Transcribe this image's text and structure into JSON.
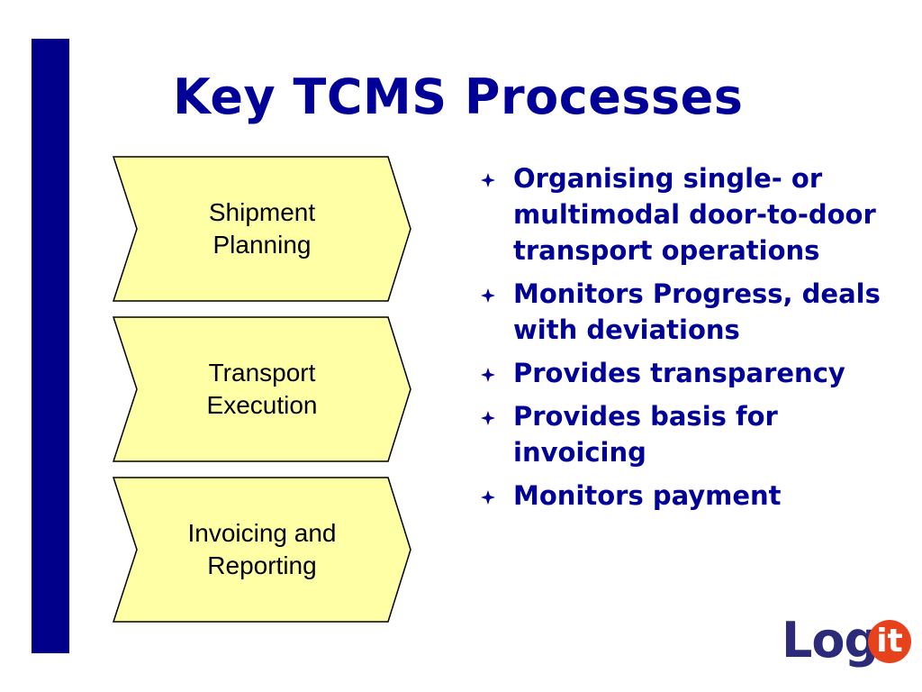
{
  "slide": {
    "title": "Key TCMS Processes",
    "accent_color": "#00008b",
    "text_color": "#000099",
    "chevron_fill": "#ffffa6"
  },
  "process_steps": [
    {
      "label": "Shipment\nPlanning"
    },
    {
      "label": "Transport\nExecution"
    },
    {
      "label": "Invoicing and\nReporting"
    }
  ],
  "bullets": [
    {
      "icon": "diamond-bullet-icon",
      "text": "Organising single- or multimodal door-to-door transport operations"
    },
    {
      "icon": "diamond-bullet-icon",
      "text": "Monitors Progress, deals with deviations"
    },
    {
      "icon": "diamond-bullet-icon",
      "text": "Provides transparency"
    },
    {
      "icon": "diamond-bullet-icon",
      "text": "Provides basis for invoicing"
    },
    {
      "icon": "diamond-bullet-icon",
      "text": "Monitors payment"
    }
  ],
  "logo": {
    "text": "Logit",
    "brand_color": "#2b2b7a",
    "badge_color": "#e8421c"
  }
}
